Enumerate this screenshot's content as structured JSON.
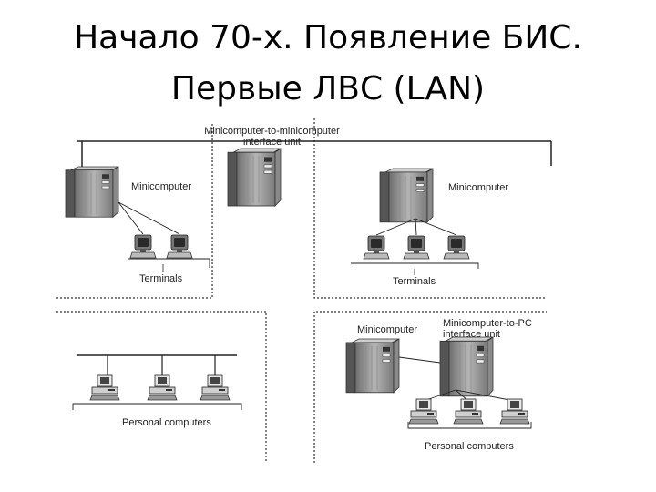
{
  "slide": {
    "title_line1": "Начало 70-х. Появление БИС.",
    "title_line2": "Первые ЛВС (LAN)"
  },
  "diagram": {
    "interface_unit_top_line1": "Minicomputer-to-minicomputer",
    "interface_unit_top_line2": "interface unit",
    "minicomputer_left": "Minicomputer",
    "minicomputer_right": "Minicomputer",
    "terminals_left": "Terminals",
    "terminals_right": "Terminals",
    "personal_computers_left": "Personal computers",
    "minicomputer_bottom": "Minicomputer",
    "interface_unit_pc_line1": "Minicomputer-to-PC",
    "interface_unit_pc_line2": "interface unit",
    "personal_computers_right": "Personal computers"
  }
}
